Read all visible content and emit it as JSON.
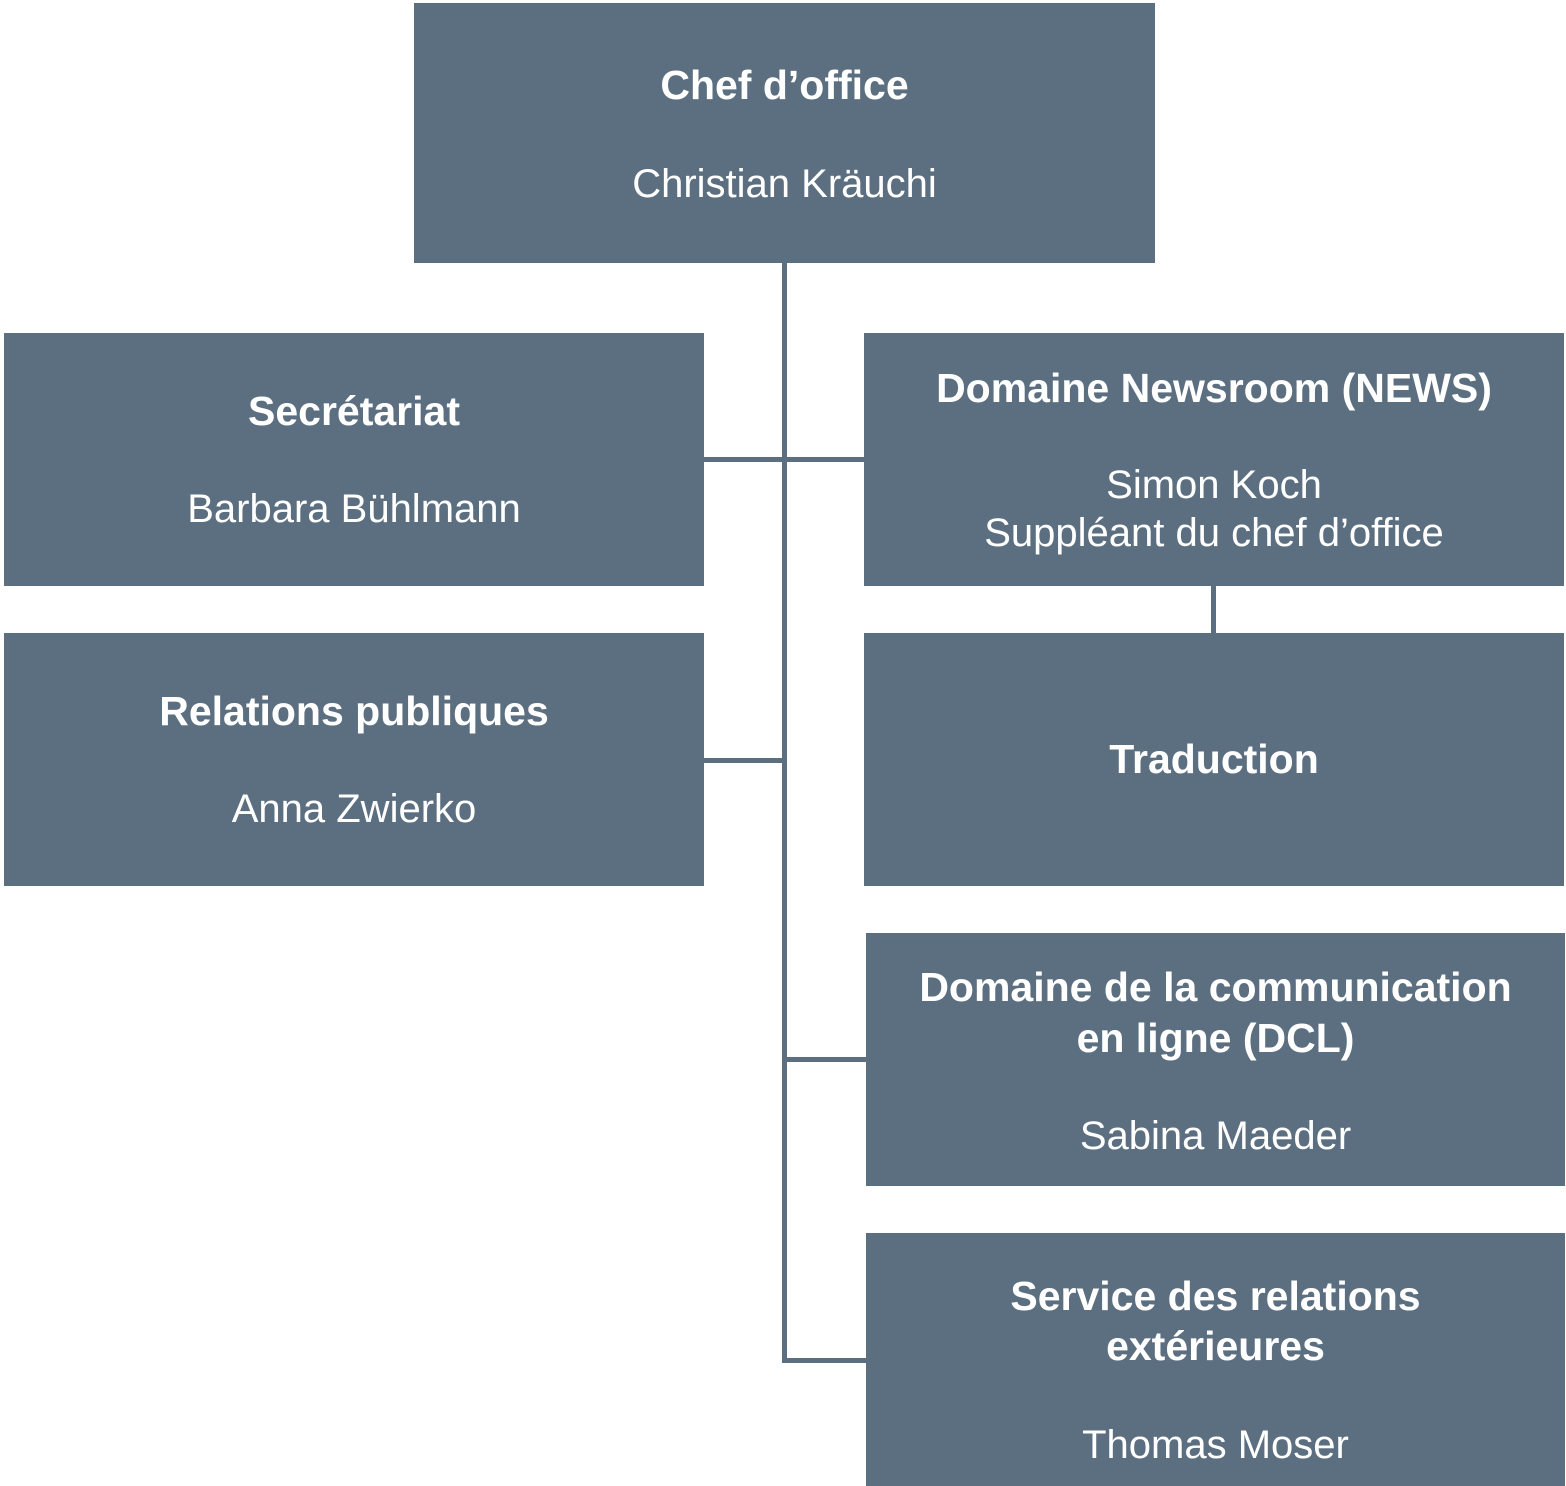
{
  "colors": {
    "box_fill": "#5c6f80",
    "text": "#ffffff",
    "connector": "#5c6f80"
  },
  "chef": {
    "title": "Chef d’office",
    "person": "Christian Kräuchi"
  },
  "secretariat": {
    "title": "Secrétariat",
    "person": "Barbara Bühlmann"
  },
  "relations_publiques": {
    "title": "Relations publiques",
    "person": "Anna Zwierko"
  },
  "news": {
    "title": "Domaine Newsroom (NEWS)",
    "person_line1": "Simon Koch",
    "person_line2": "Suppléant du chef d’office"
  },
  "traduction": {
    "title": "Traduction"
  },
  "dcl": {
    "title_line1": "Domaine de la communication",
    "title_line2": "en ligne (DCL)",
    "person": "Sabina Maeder"
  },
  "relations_exterieures": {
    "title_line1": "Service des relations",
    "title_line2": "extérieures",
    "person": "Thomas Moser"
  }
}
